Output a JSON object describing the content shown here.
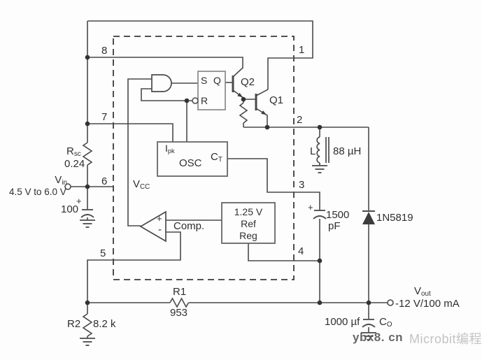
{
  "pins": {
    "p1": "1",
    "p2": "2",
    "p3": "3",
    "p4": "4",
    "p5": "5",
    "p6": "6",
    "p7": "7",
    "p8": "8"
  },
  "input": {
    "vin_base": "V",
    "vin_sub": "in",
    "range": "4.5 V to 6.0 V",
    "rsc_base": "R",
    "rsc_sub": "sc",
    "rsc_value": "0.24",
    "cap_plus": "+",
    "cap_value": "100"
  },
  "ic": {
    "vcc_base": "V",
    "vcc_sub": "CC",
    "latch_s": "S",
    "latch_q": "Q",
    "latch_r": "R",
    "q2": "Q2",
    "q1": "Q1",
    "ipk_base": "I",
    "ipk_sub": "pk",
    "osc": "OSC",
    "ct_base": "C",
    "ct_sub": "T",
    "comp_label": "Comp.",
    "comp_plus": "+",
    "comp_minus": "-",
    "ref_line1": "1.25 V",
    "ref_line2": "Ref",
    "ref_line3": "Reg"
  },
  "output_stage": {
    "inductor_name": "L",
    "inductor_value": "88 µH",
    "timing_cap_plus": "+",
    "timing_cap_value": "1500",
    "timing_cap_unit": "pF",
    "diode": "1N5819",
    "r1_name": "R1",
    "r1_value": "953",
    "r2_name": "R2",
    "r2_value": "8.2 k",
    "cout_value": "1000 µf",
    "cout_base": "C",
    "cout_sub": "O",
    "vout_base": "V",
    "vout_sub": "out",
    "vout_rating": "-12 V/100 mA"
  },
  "watermark": {
    "primary": "ybx8. cn",
    "secondary": "Microbit编程"
  },
  "colors": {
    "wire": "#4a4a4a",
    "ic_border": "#3a3a3a",
    "box_border": "#666666",
    "latch_border": "#8f8f8f",
    "text": "#2f2f2f",
    "background": "#fdfdfd",
    "watermark_dark": "#575757",
    "watermark_light": "#c3c3c3"
  }
}
